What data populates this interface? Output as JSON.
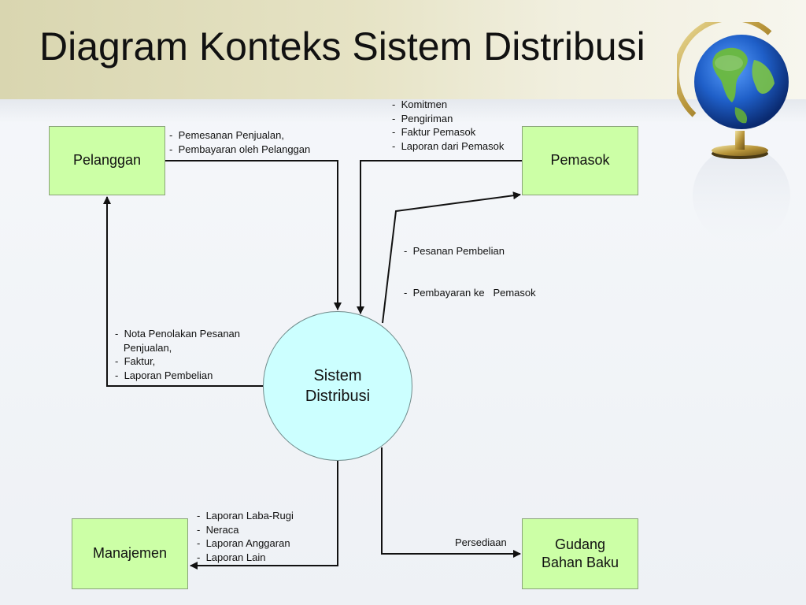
{
  "slide": {
    "title": "Diagram Konteks Sistem Distribusi"
  },
  "diagram": {
    "process": {
      "line1": "Sistem",
      "line2": "Distribusi"
    },
    "entities": {
      "pelanggan": "Pelanggan",
      "pemasok": "Pemasok",
      "manajemen": "Manajemen",
      "gudang": {
        "line1": "Gudang",
        "line2": "Bahan Baku"
      }
    },
    "flows": {
      "pelanggan_to_sistem": [
        "Pemesanan Penjualan,",
        "Pembayaran oleh Pelanggan"
      ],
      "pemasok_to_sistem": [
        "Komitmen",
        "Pengiriman",
        "Faktur Pemasok",
        "Laporan dari Pemasok"
      ],
      "sistem_to_pemasok": [
        "Pesanan Pembelian",
        "Pembayaran ke   Pemasok"
      ],
      "sistem_to_pelanggan": {
        "first": "Nota Penolakan Pesanan",
        "first_cont": "Penjualan,",
        "rest": [
          "Faktur,",
          "Laporan Pembelian"
        ]
      },
      "sistem_to_manajemen": [
        "Laporan Laba-Rugi",
        "Neraca",
        "Laporan Anggaran",
        "Laporan Lain"
      ],
      "sistem_to_gudang": "Persediaan"
    }
  }
}
